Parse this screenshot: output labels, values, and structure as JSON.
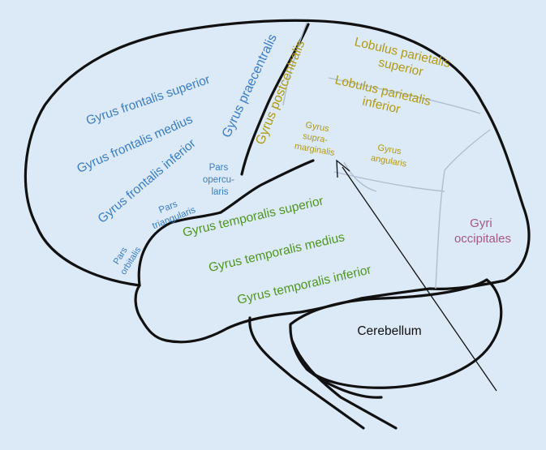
{
  "colors": {
    "background": "#dce9f6",
    "outline": "#111111",
    "frontal": "#3a7ec4",
    "parietal": "#b09a14",
    "temporal": "#4f9620",
    "occipital": "#a25a82",
    "cerebellum": "#111111"
  },
  "labels": {
    "gyrus_frontalis_superior": "Gyrus frontalis superior",
    "gyrus_frontalis_medius": "Gyrus frontalis medius",
    "gyrus_frontalis_inferior": "Gyrus frontalis inferior",
    "gyrus_praecentralis": "Gyrus praecentralis",
    "pars_opercularis": [
      "Pars",
      "opercu-",
      "laris"
    ],
    "pars_triangularis": [
      "Pars",
      "triangularis"
    ],
    "pars_orbitalis": [
      "Pars",
      "orbitalis"
    ],
    "gyrus_postcentralis": "Gyrus postcentralis",
    "lobulus_parietalis_superior": [
      "Lobulus parietalis",
      "superior"
    ],
    "lobulus_parietalis_inferior": [
      "Lobulus parietalis",
      "inferior"
    ],
    "gyrus_supramarginalis": [
      "Gyrus",
      "supra-",
      "marginalis"
    ],
    "gyrus_angularis": [
      "Gyrus",
      "angularis"
    ],
    "gyri_occipitales": [
      "Gyri",
      "occipitales"
    ],
    "gyrus_temporalis_superior": "Gyrus temporalis superior",
    "gyrus_temporalis_medius": "Gyrus temporalis medius",
    "gyrus_temporalis_inferior": "Gyrus temporalis inferior",
    "cerebellum": "Cerebellum"
  }
}
